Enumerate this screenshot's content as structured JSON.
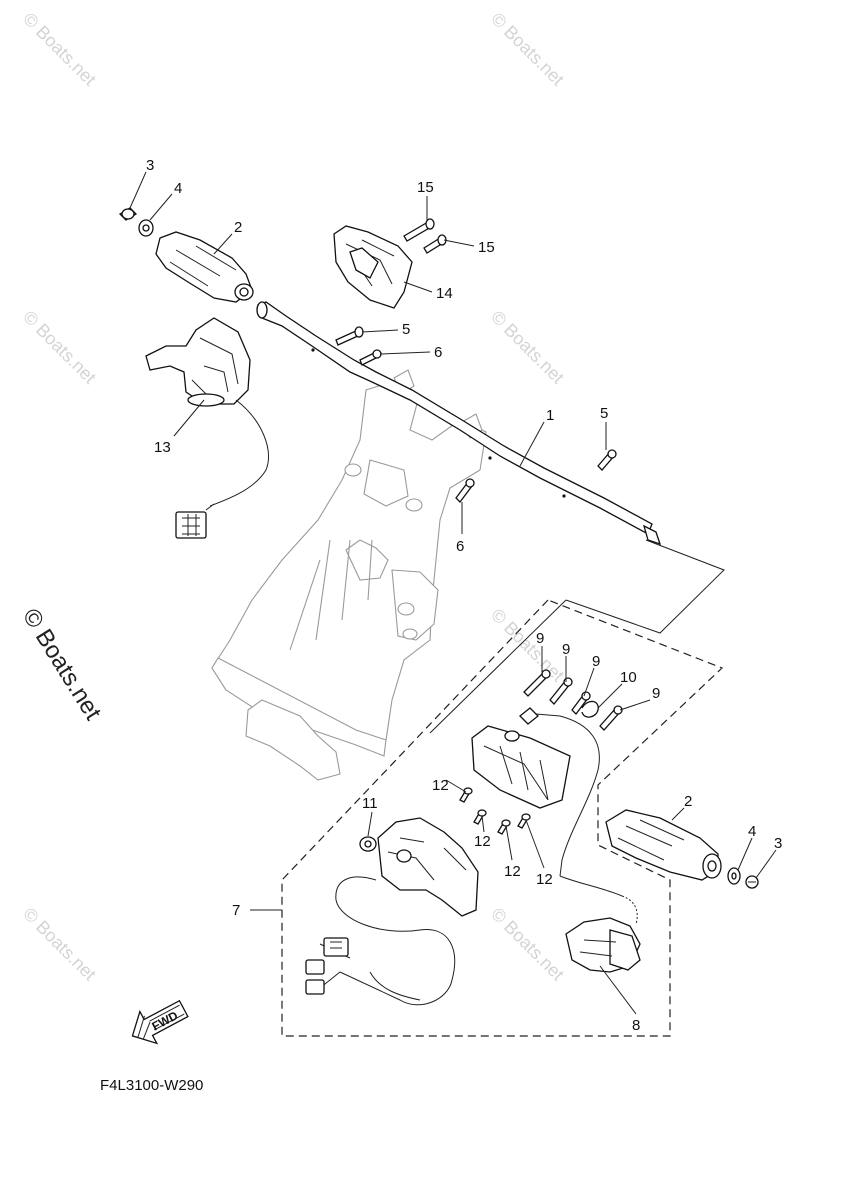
{
  "watermarks": {
    "brand": "© Boats.net"
  },
  "callouts": {
    "c1": "1",
    "c2_left": "2",
    "c2_right": "2",
    "c3_left": "3",
    "c3_right": "3",
    "c4_left": "4",
    "c4_right": "4",
    "c5_top": "5",
    "c5_right": "5",
    "c6_top": "6",
    "c6_lower": "6",
    "c7": "7",
    "c8": "8",
    "c9_a": "9",
    "c9_b": "9",
    "c9_c": "9",
    "c9_d": "9",
    "c10": "10",
    "c11": "11",
    "c12_a": "12",
    "c12_b": "12",
    "c12_c": "12",
    "c12_d": "12",
    "c13": "13",
    "c14": "14",
    "c15_a": "15",
    "c15_b": "15"
  },
  "fwd_label": "FWD",
  "diagram_code": "F4L3100-W290"
}
